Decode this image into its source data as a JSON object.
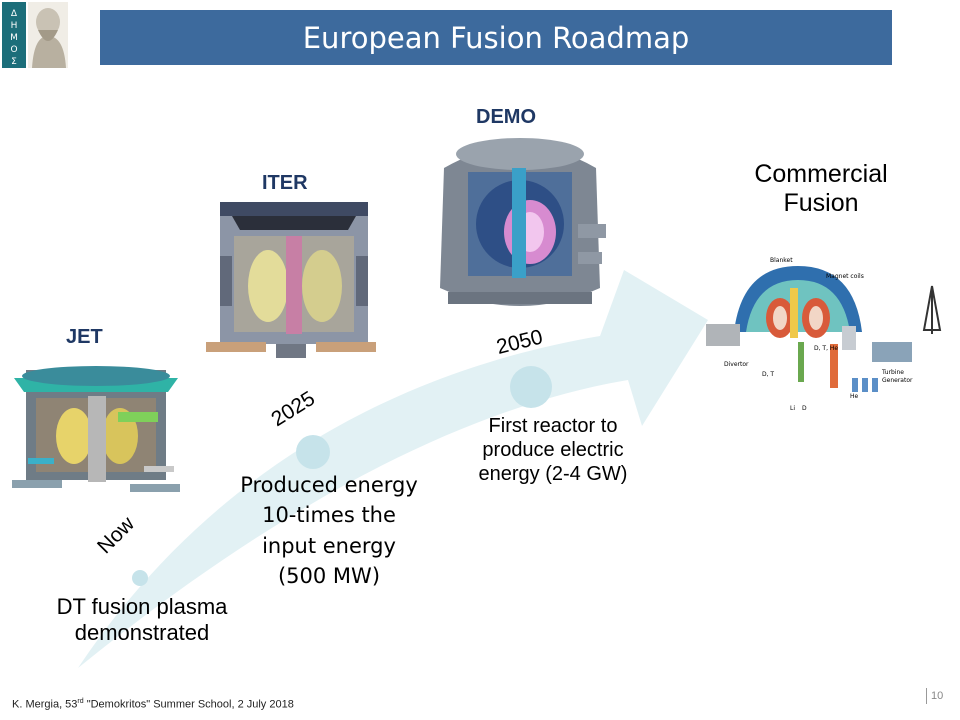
{
  "slide": {
    "title": "European Fusion Roadmap",
    "page_number": "10"
  },
  "stages": [
    {
      "label": "JET",
      "milestone": "Now",
      "description": [
        "DT fusion plasma",
        "demonstrated"
      ]
    },
    {
      "label": "ITER",
      "milestone": "2025",
      "description": [
        "Produced energy",
        "10-times the",
        "input energy",
        "(500 MW)"
      ]
    },
    {
      "label": "DEMO",
      "milestone": "2050",
      "description": [
        "First reactor to",
        "produce electric",
        "energy (2-4 GW)"
      ]
    },
    {
      "label": "Commercial Fusion",
      "label_lines": [
        "Commercial",
        "Fusion"
      ]
    }
  ],
  "plant_diagram": {
    "labels": [
      "Blanket",
      "Magnet coils",
      "Divertor",
      "D, T",
      "D, T, He",
      "Turbine",
      "Generator",
      "Li",
      "D",
      "He"
    ]
  },
  "footer": {
    "author": "K. Mergia, 53",
    "ordinal": "rd",
    "event": " \"Demokritos\" Summer School, 2 July 2018"
  },
  "colors": {
    "title_bar": "#3d6a9d",
    "label": "#1f3864",
    "arrow": "#e2f1f4",
    "dot": "#c6e3ea"
  }
}
